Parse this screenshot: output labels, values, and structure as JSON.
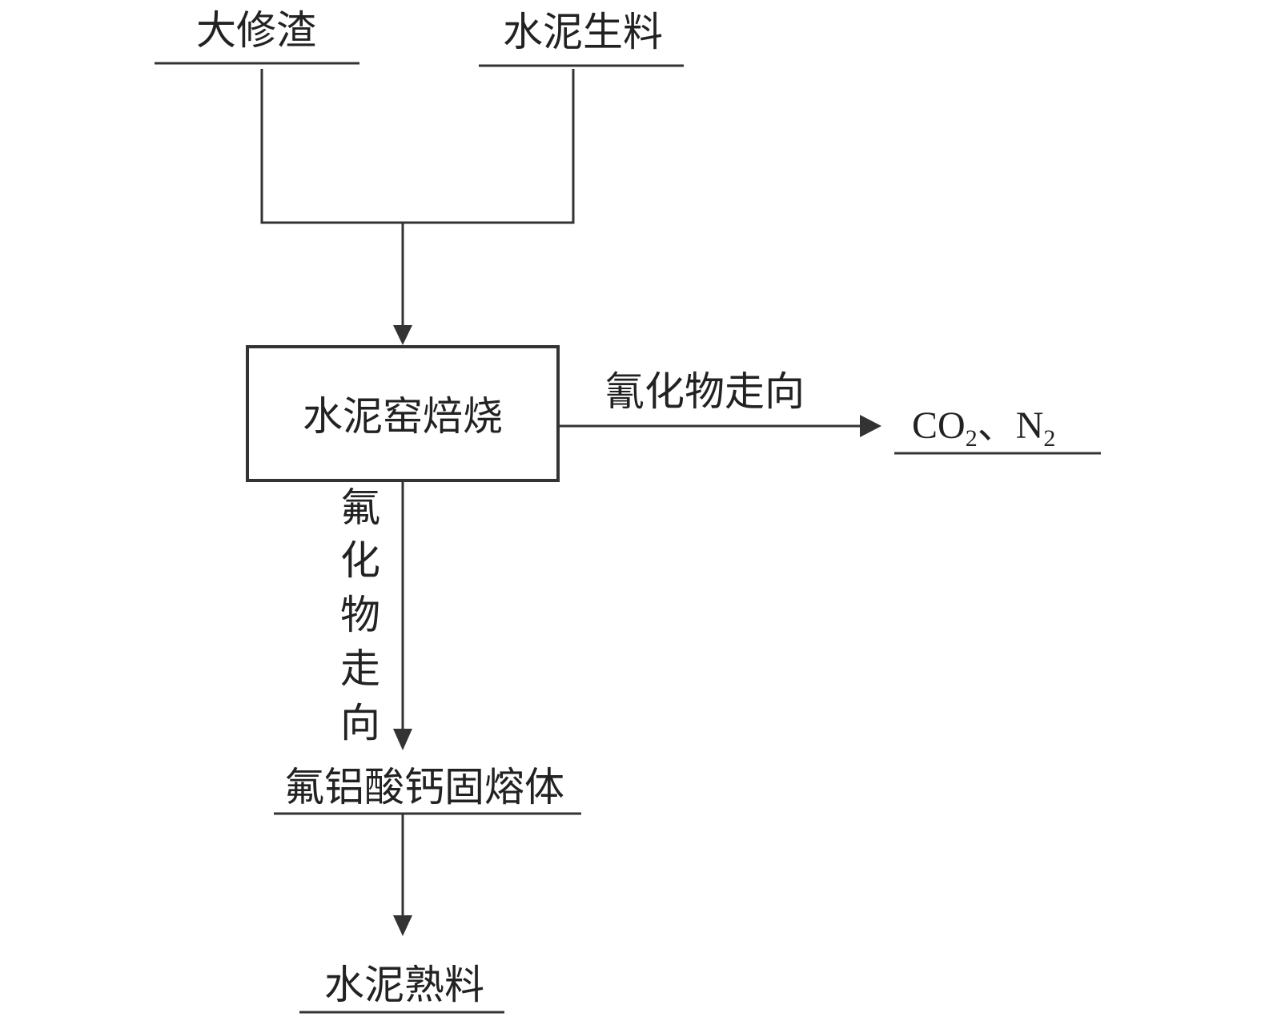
{
  "nodes": {
    "overhaul_slag": "大修渣",
    "cement_raw_meal": "水泥生料",
    "kiln_roasting": "水泥窑焙烧",
    "fluoride_product": "氟铝酸钙固熔体",
    "cement_clinker": "水泥熟料"
  },
  "outputs": {
    "cyanide_products": {
      "co": "CO",
      "sub1": "2",
      "sep": "、N",
      "sub2": "2"
    }
  },
  "edge_labels": {
    "cyanide_direction": "氰化物走向",
    "fluoride_direction_chars": [
      "氟",
      "化",
      "物",
      "走",
      "向"
    ]
  }
}
